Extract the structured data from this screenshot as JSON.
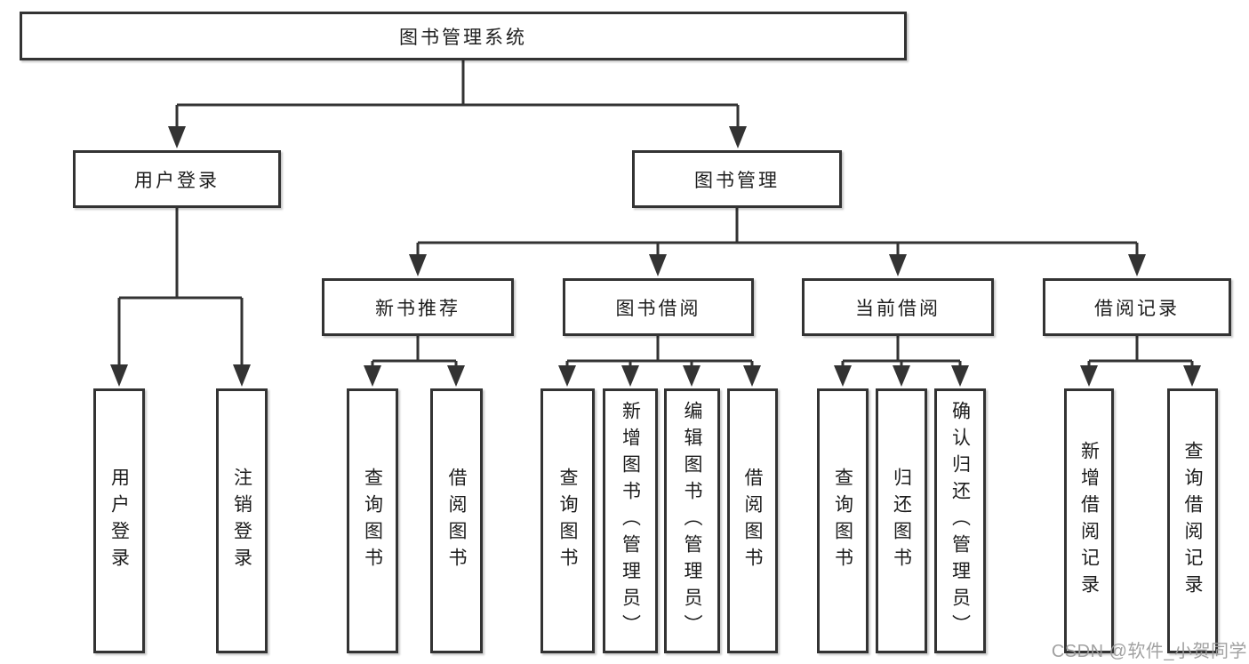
{
  "diagram": {
    "type": "tree-diagram",
    "root": {
      "label": "图书管理系统"
    },
    "level2": [
      {
        "label": "用户登录"
      },
      {
        "label": "图书管理"
      }
    ],
    "level3": [
      {
        "label": "新书推荐",
        "parent": "图书管理"
      },
      {
        "label": "图书借阅",
        "parent": "图书管理"
      },
      {
        "label": "当前借阅",
        "parent": "图书管理"
      },
      {
        "label": "借阅记录",
        "parent": "图书管理"
      }
    ],
    "leaves": [
      {
        "label": "用户登录",
        "parent": "用户登录"
      },
      {
        "label": "注销登录",
        "parent": "用户登录"
      },
      {
        "label": "查询图书",
        "parent": "新书推荐"
      },
      {
        "label": "借阅图书",
        "parent": "新书推荐"
      },
      {
        "label": "查询图书",
        "parent": "图书借阅"
      },
      {
        "label": "新增图书（管理员）",
        "parent": "图书借阅"
      },
      {
        "label": "编辑图书（管理员）",
        "parent": "图书借阅"
      },
      {
        "label": "借阅图书",
        "parent": "图书借阅"
      },
      {
        "label": "查询图书",
        "parent": "当前借阅"
      },
      {
        "label": "归还图书",
        "parent": "当前借阅"
      },
      {
        "label": "确认归还（管理员）",
        "parent": "当前借阅"
      },
      {
        "label": "新增借阅记录",
        "parent": "借阅记录"
      },
      {
        "label": "查询借阅记录",
        "parent": "借阅记录"
      }
    ],
    "watermark": "CSDN @软件_小贺同学",
    "colors": {
      "line": "#333333",
      "box_border": "#333333",
      "text": "#1d1d1d",
      "background": "#ffffff",
      "watermark": "#9a9a9a"
    }
  }
}
